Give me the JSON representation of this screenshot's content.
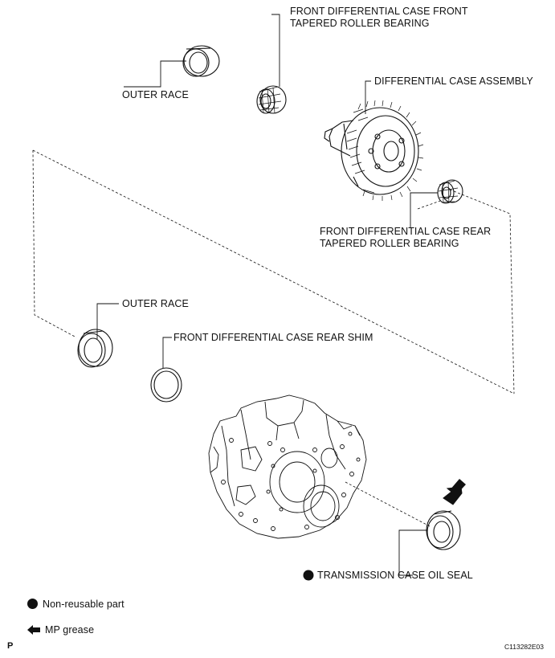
{
  "labels": {
    "front_bearing_l1": "FRONT DIFFERENTIAL CASE FRONT",
    "front_bearing_l2": "TAPERED ROLLER BEARING",
    "outer_race_top": "OUTER RACE",
    "diff_case_assembly": "DIFFERENTIAL CASE ASSEMBLY",
    "rear_bearing_l1": "FRONT DIFFERENTIAL CASE REAR",
    "rear_bearing_l2": "TAPERED ROLLER BEARING",
    "outer_race_mid": "OUTER RACE",
    "rear_shim": "FRONT DIFFERENTIAL CASE REAR SHIM",
    "oil_seal": "TRANSMISSION CASE OIL SEAL"
  },
  "legend": {
    "non_reusable": "Non-reusable part",
    "mp_grease": "MP grease"
  },
  "footer": {
    "page_mark": "P",
    "figure_code": "C113282E03"
  },
  "icons": {
    "non_reusable": "filled-circle-icon",
    "mp_grease": "grease-arrow-icon"
  },
  "colors": {
    "ink": "#111111"
  }
}
